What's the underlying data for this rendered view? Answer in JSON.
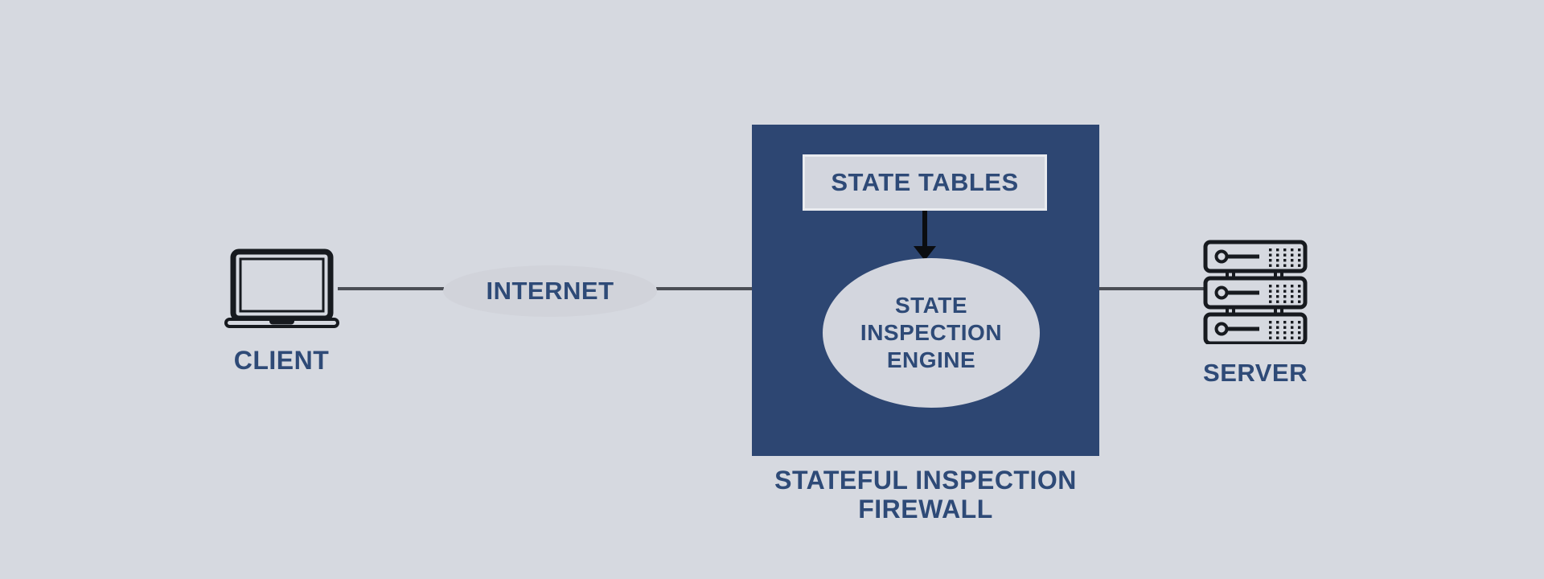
{
  "diagram": {
    "client": {
      "label": "CLIENT",
      "icon": "laptop-icon"
    },
    "internet": {
      "label": "INTERNET"
    },
    "firewall": {
      "state_tables_label": "STATE TABLES",
      "engine_label_lines": [
        "STATE",
        "INSPECTION",
        "ENGINE"
      ],
      "caption_lines": [
        "STATEFUL INSPECTION",
        "FIREWALL"
      ]
    },
    "server": {
      "label": "SERVER",
      "icon": "server-rack-icon"
    },
    "colors": {
      "background": "#d6d9e0",
      "firewall_panel": "#2d4672",
      "internet_ellipse_fill": "#d1d3da",
      "inner_node_fill": "#d3d6de",
      "state_tables_border": "#e9ebef",
      "text": "#2e4a77",
      "connector_line": "#4b4e55",
      "icon_outline": "#171a1f",
      "arrow": "#0b0d10"
    }
  }
}
